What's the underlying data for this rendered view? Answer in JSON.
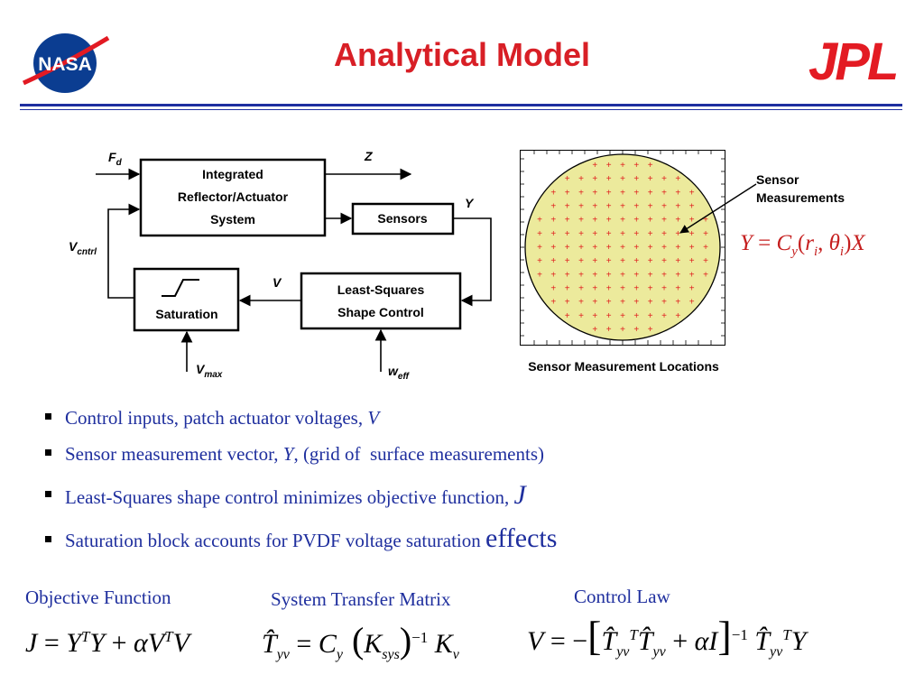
{
  "slide": {
    "title": "Analytical Model",
    "logos": {
      "nasa": "NASA",
      "jpl": "JPL"
    }
  },
  "block_diagram": {
    "blocks": {
      "plant": [
        "Integrated",
        "Reflector/Actuator",
        "System"
      ],
      "sensors": "Sensors",
      "saturation": "Saturation",
      "control": [
        "Least-Squares",
        "Shape Control"
      ]
    },
    "signals": {
      "fd": {
        "base": "F",
        "sub": "d"
      },
      "z": "Z",
      "y": "Y",
      "v": "V",
      "vcntrl": {
        "base": "V",
        "sub": "cntrl"
      },
      "vmax": {
        "base": "V",
        "sub": "max"
      },
      "weff": {
        "base": "w",
        "sub": "eff"
      }
    }
  },
  "sensor_plot": {
    "caption": "Sensor Measurement Locations",
    "annotation": [
      "Sensor",
      "Measurements"
    ],
    "marker": "+",
    "grid_columns": 13,
    "grid_rows": 13,
    "colors": {
      "disc": "#ecea9c",
      "marker": "#e0201f"
    }
  },
  "equation_y": "Y = C_y(r_i, θ_i)X",
  "bullets": [
    {
      "text": "Control inputs, patch actuator voltages, ",
      "sym": "V"
    },
    {
      "text": "Sensor measurement vector, ",
      "sym": "Y",
      "rest": ", (grid of  surface measurements)"
    },
    {
      "text": "Least-Squares shape control minimizes objective function, ",
      "sym": "J"
    },
    {
      "text": "Saturation block accounts for PVDF voltage saturation ",
      "big": "effects"
    }
  ],
  "sections": {
    "objective": {
      "label": "Objective Function",
      "equation": "J = YᵀY + αVᵀV"
    },
    "transfer": {
      "label": "System Transfer Matrix",
      "equation": "T̂_yv = C_y (K_sys)⁻¹ K_v"
    },
    "control": {
      "label": "Control Law",
      "equation": "V = −[T̂_yvᵀ T̂_yv + αI]⁻¹ T̂_yvᵀ Y"
    }
  },
  "colors": {
    "title": "#d81f26",
    "text_blue": "#1f2f9e",
    "rule": "#1f2fa0",
    "jpl": "#e31b23",
    "nasa": "#0b3d91"
  }
}
